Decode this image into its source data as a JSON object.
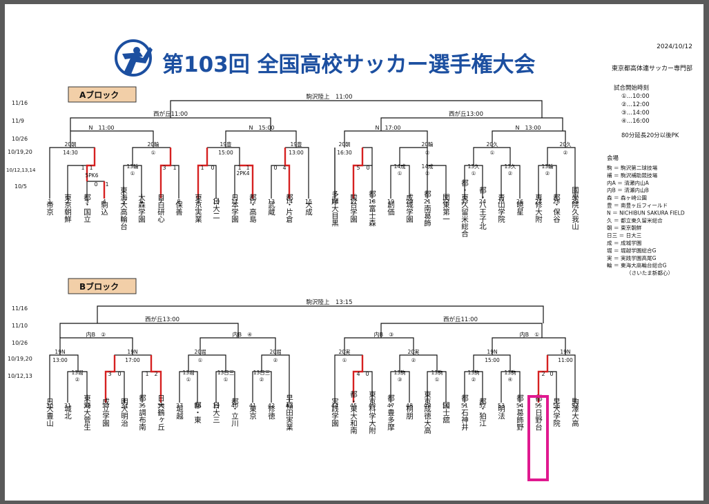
{
  "header": {
    "title": "第103回 全国高校サッカー選手権大会",
    "date": "2024/10/12",
    "org": "東京都高体連サッカー専門部"
  },
  "colors": {
    "brand": "#1c4fa0",
    "highlight_line": "#d62020",
    "highlight_box": "#e0198f"
  },
  "icons": {
    "logo": "soccer-player-logo-icon"
  },
  "dates_a": [
    "11/16",
    "11/9",
    "10/26",
    "10/19,20",
    "10/12,13,14",
    "10/5"
  ],
  "dates_b": [
    "11/16",
    "11/10",
    "10/26",
    "10/19,20",
    "10/12,13"
  ],
  "start_times": {
    "title": "試合開始時刻",
    "rows": [
      "①…10:00",
      "②…12:00",
      "③…14:00",
      "④…16:00"
    ],
    "note": "80分延長20分以後PK"
  },
  "venues": {
    "title": "会場",
    "rows": [
      "駒 ＝ 駒沢第二球技場",
      "補 ＝ 駒沢補助競技場",
      "内A ＝ 清瀬内山A",
      "内B ＝ 清瀬内山B",
      "森 ＝ 森ヶ崎公園",
      "豊 ＝ 南豊ヶ丘フィールド",
      "N ＝ NICHIBUN SAKURA FIELD",
      "久 ＝ 都立東久留米総合",
      "朝 ＝ 東京朝鮮",
      "日三 ＝ 日大三",
      "成 ＝ 成城学園",
      "堀 ＝ 堀越学園総合G",
      "実 ＝ 実践学園高尾G",
      "輪 ＝ 東海大高輪台総合G",
      "（さいたま新都心）"
    ]
  },
  "block_a": {
    "label": "Aブロック",
    "final": "駒沢陸上　11:00",
    "semis": [
      "西が丘11:00",
      "西が丘13:00"
    ],
    "qf": [
      "N　11:00",
      "N　15:00",
      "N　17:00",
      "N　13:00"
    ],
    "r16": [
      "20朝",
      "14:30",
      "20輪",
      "①",
      "19豊",
      "15:00",
      "19豊",
      "13:00",
      "20朝",
      "16:30",
      "20輪",
      "②",
      "20久",
      "①",
      "20久",
      "②"
    ],
    "r1": [
      "13輪",
      "①",
      "14成",
      "①",
      "14成",
      "②",
      "13久",
      "①",
      "13久",
      "②",
      "13輪",
      "②"
    ],
    "r0": [
      "5PK6",
      "2PK4"
    ],
    "scores": [
      "1",
      "1",
      "0",
      "1",
      "3",
      "1",
      "1",
      "0",
      "1",
      "1",
      "0",
      "4",
      "5",
      "0"
    ],
    "numbers": [
      "1",
      "2",
      "3",
      "4",
      "5",
      "6",
      "7",
      "8",
      "9",
      "10",
      "11",
      "12",
      "13",
      "14",
      "15",
      "16",
      "17",
      "18",
      "19",
      "20",
      "21",
      "22",
      "23",
      "24",
      "25",
      "26",
      "27",
      "28",
      "29"
    ],
    "teams": [
      "帝京",
      "東京朝鮮",
      "都・国立",
      "駒込",
      "東海大高輪台",
      "大森学園",
      "目白研心",
      "保善",
      "東京実業",
      "日大二",
      "日本学園",
      "都・高島",
      "武蔵",
      "都・片倉",
      "大成",
      "多摩大目黒",
      "駿台学園",
      "都・富士森",
      "創価",
      "成城学園",
      "都・南葛飾",
      "関東第一",
      "都・東久留米総合",
      "都・八王子北",
      "青山学院",
      "暁星",
      "専修大附",
      "都・保谷",
      "國學院久我山"
    ]
  },
  "block_b": {
    "label": "Bブロック",
    "final": "駒沢陸上　13:15",
    "semis": [
      "西が丘13:00",
      "西が丘11:00"
    ],
    "qf": [
      "内B　②",
      "内B　④",
      "内B　③",
      "内B　①"
    ],
    "r16": [
      "19N",
      "13:00",
      "19N",
      "17:00",
      "20堀",
      "①",
      "20堀",
      "②",
      "20実",
      "①",
      "20実",
      "②",
      "19N",
      "15:00",
      "19N",
      "11:00"
    ],
    "r1": [
      "13堀",
      "②",
      "13堀",
      "①",
      "13日三",
      "①",
      "13日三",
      "②",
      "13駒",
      "③",
      "13駒",
      "①",
      "13駒",
      "②",
      "13駒",
      "④"
    ],
    "scores": [
      "3",
      "0",
      "1",
      "2",
      "4",
      "0",
      "2",
      "0"
    ],
    "numbers": [
      "30",
      "31",
      "32",
      "33",
      "34",
      "35",
      "36",
      "37",
      "38",
      "39",
      "40",
      "41",
      "42",
      "43",
      "44",
      "45",
      "46",
      "47",
      "48",
      "49",
      "50",
      "51",
      "52",
      "53",
      "54",
      "55",
      "56",
      "57"
    ],
    "teams": [
      "日大豊山",
      "城北",
      "東海大菅生",
      "成立学園",
      "明大明治",
      "都・調布南",
      "日大鶴ヶ丘",
      "堀越",
      "都・東",
      "日大三",
      "都・立川",
      "東京",
      "修徳",
      "早稲田実業",
      "実践学園",
      "都・東大和南",
      "東京科学大附",
      "都・豊多摩",
      "桐朋",
      "東京成徳大高",
      "国士舘",
      "都・石神井",
      "都・狛江",
      "明法",
      "都・葛飾野",
      "都・日野台",
      "早大学院",
      "駒澤大高"
    ]
  }
}
